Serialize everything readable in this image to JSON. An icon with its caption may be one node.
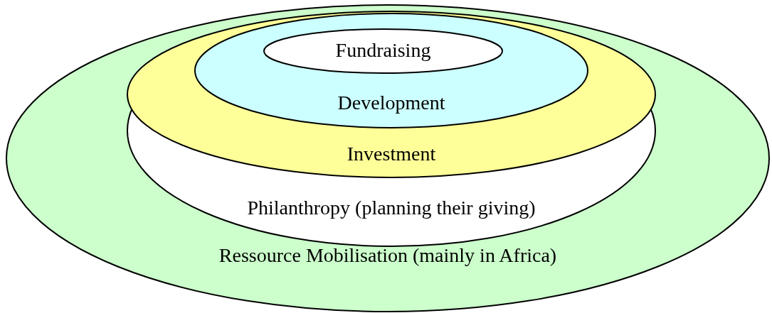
{
  "diagram": {
    "nodes": [
      {
        "text": [
          "Ressource Mobilisation (mainly in Africa)"
        ]
      },
      {
        "text": [
          "Philanthropy (planning their giving)"
        ],
        "in": 0
      },
      {
        "text": [
          "Investment"
        ],
        "in": 1
      },
      {
        "text": [
          "Development"
        ],
        "in": 2
      },
      {
        "text": [
          "Fundraising"
        ],
        "in": 3
      }
    ]
  }
}
